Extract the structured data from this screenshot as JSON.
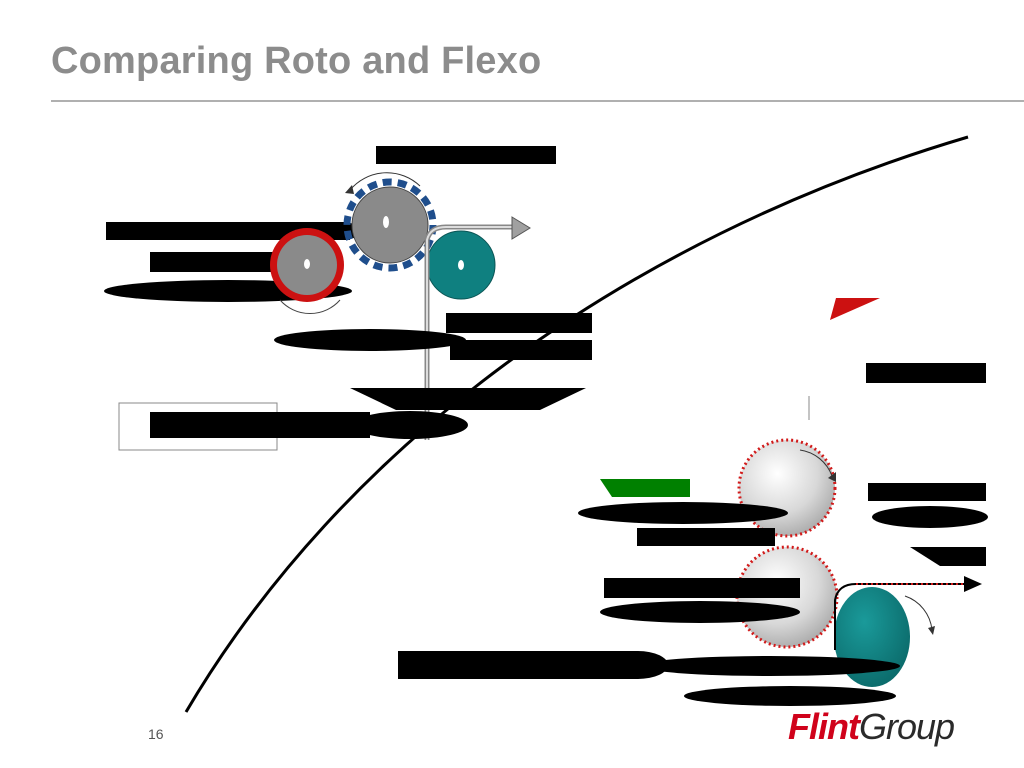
{
  "slide": {
    "title": "Comparing Roto and Flexo",
    "page_number": "16"
  },
  "logo": {
    "flint": "Flint",
    "group": "Group"
  },
  "colors": {
    "title": "#8c8c8c",
    "gray_cylinder": "#8a8a8a",
    "teal_roller": "#0f8080",
    "blue_dashes": "#1f4e8c",
    "red_anilox": "#cc1111",
    "red_marker": "#cc1111",
    "green_marker": "#008000",
    "red_dotted": "#d11a1a",
    "logo_red": "#d0021b"
  },
  "icons": {
    "web_arrow_top": "arrow-right-icon",
    "web_arrow_bottom": "arrow-right-icon",
    "rotation_arrows": "curved-arrow-icon"
  }
}
